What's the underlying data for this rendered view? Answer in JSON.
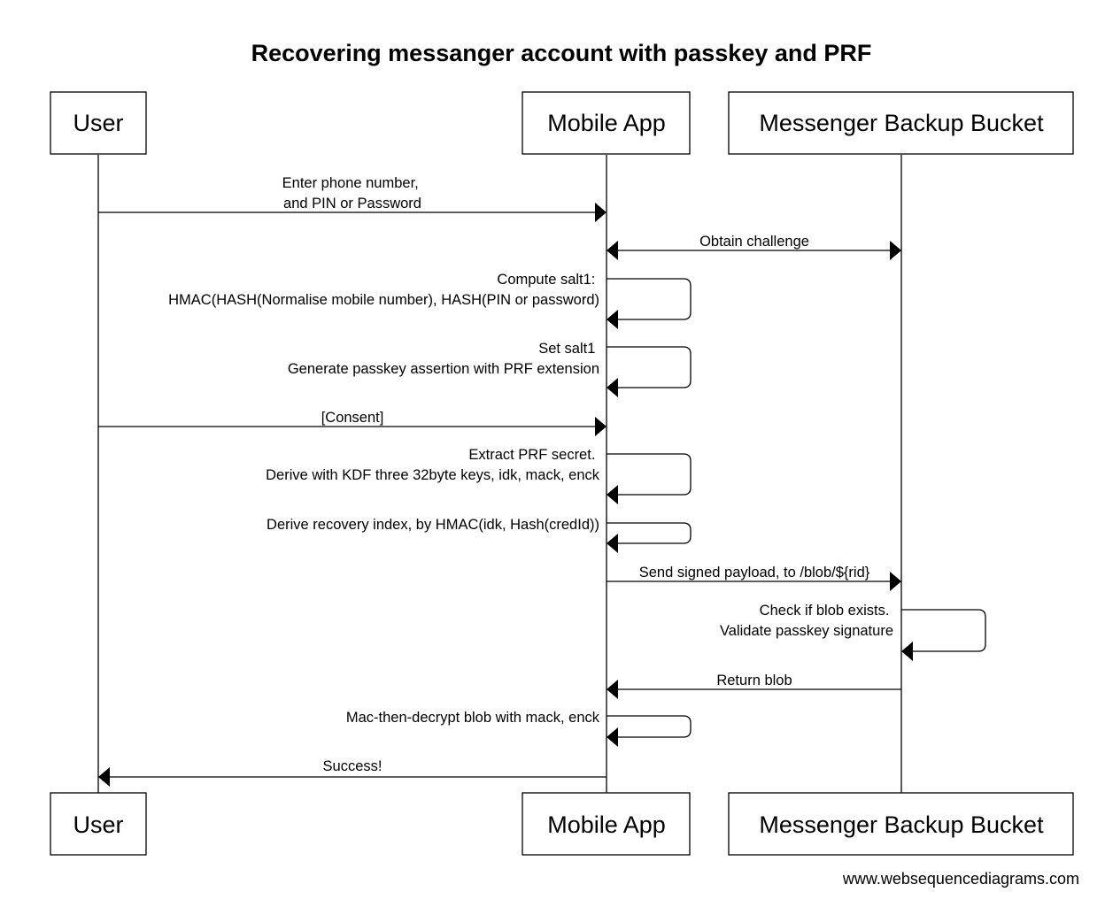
{
  "title": "Recovering messanger account with passkey and PRF",
  "participants": [
    {
      "id": "user",
      "label": "User"
    },
    {
      "id": "app",
      "label": "Mobile App"
    },
    {
      "id": "bucket",
      "label": "Messenger Backup Bucket"
    }
  ],
  "messages": [
    {
      "from": "user",
      "to": "app",
      "kind": "solid",
      "lines": [
        "Enter phone number,",
        "and PIN or Password"
      ]
    },
    {
      "from": "app",
      "to": "bucket",
      "kind": "solid",
      "bidirectional": true,
      "lines": [
        "Obtain challenge"
      ]
    },
    {
      "from": "app",
      "to": "app",
      "kind": "self",
      "lines": [
        "Compute salt1:",
        "HMAC(HASH(Normalise mobile number), HASH(PIN or password)"
      ]
    },
    {
      "from": "app",
      "to": "app",
      "kind": "self",
      "lines": [
        "Set salt1",
        "Generate passkey assertion with PRF extension"
      ]
    },
    {
      "from": "user",
      "to": "app",
      "kind": "solid",
      "lines": [
        "[Consent]"
      ]
    },
    {
      "from": "app",
      "to": "app",
      "kind": "self",
      "lines": [
        "Extract PRF secret.",
        "Derive with KDF three 32byte keys, idk, mack, enck"
      ]
    },
    {
      "from": "app",
      "to": "app",
      "kind": "self",
      "lines": [
        "Derive recovery index, by HMAC(idk, Hash(credId))"
      ]
    },
    {
      "from": "app",
      "to": "bucket",
      "kind": "solid",
      "lines": [
        "Send signed payload, to /blob/${rid}"
      ]
    },
    {
      "from": "bucket",
      "to": "bucket",
      "kind": "self",
      "lines": [
        "Check if blob exists.",
        "Validate passkey signature"
      ]
    },
    {
      "from": "bucket",
      "to": "app",
      "kind": "solid",
      "lines": [
        "Return blob"
      ]
    },
    {
      "from": "app",
      "to": "app",
      "kind": "self",
      "lines": [
        "Mac-then-decrypt blob with mack, enck"
      ]
    },
    {
      "from": "app",
      "to": "user",
      "kind": "solid",
      "lines": [
        "Success!"
      ]
    }
  ],
  "watermark": "www.websequencediagrams.com"
}
